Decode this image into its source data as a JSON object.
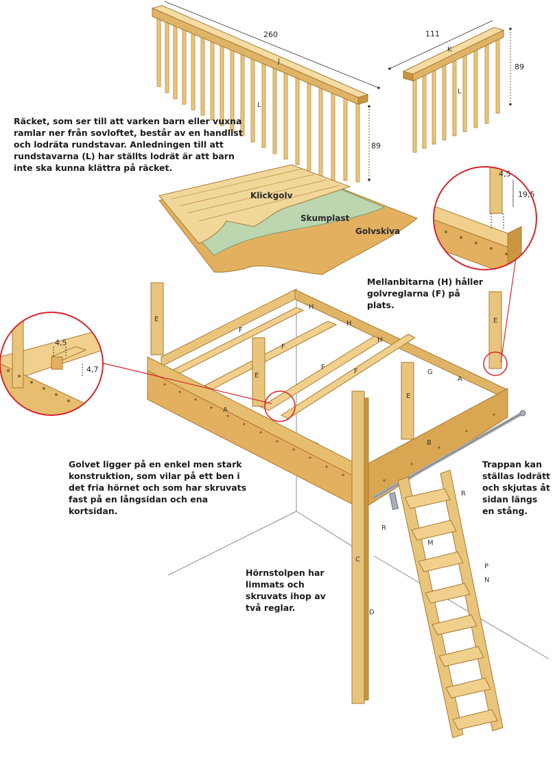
{
  "captions": {
    "railing": "Räcket, som ser till att varken barn eller vuxna ramlar ner från sovloftet, består av en handlist och lodräta rundstavar. Anledningen till att rundstavarna (L) har ställts lodrät är att barn inte ska kunna klättra på räcket.",
    "spacers": "Mellanbitarna (H) håller golvreglarna (F) på plats.",
    "floor": "Golvet ligger på en enkel men stark konstruktion, som vilar på ett ben i det fria hörnet och som har skruvats fast på en långsidan och ena kortsidan.",
    "ladder": "Trappan kan ställas lodrätt och skjutas åt sidan längs en stång.",
    "post": "Hörnstolpen har limmats och skruvats ihop av två reglar."
  },
  "dimensions": {
    "rail_long": "260",
    "rail_short": "111",
    "rail_height_long": "89",
    "rail_height_short": "89",
    "detail_right_width": "4,5",
    "detail_right_depth": "19,5",
    "detail_left_width": "4,5",
    "detail_left_height": "4,7"
  },
  "layers": {
    "top": "Klickgolv",
    "middle": "Skumplast",
    "bottom": "Golvskiva"
  },
  "part_labels": {
    "J": "J",
    "K": "K",
    "L": "L",
    "A": "A",
    "B": "B",
    "C": "C",
    "D": "D",
    "E": "E",
    "F": "F",
    "G": "G",
    "H": "H",
    "M": "M",
    "N": "N",
    "P": "P",
    "R": "R"
  },
  "colors": {
    "wood": "#e9c47c",
    "wood_dark": "#c9963f",
    "wood_light": "#f4dca3",
    "foam": "#bcd6b0",
    "callout": "#d8232a",
    "metal": "#a8aeb5"
  }
}
